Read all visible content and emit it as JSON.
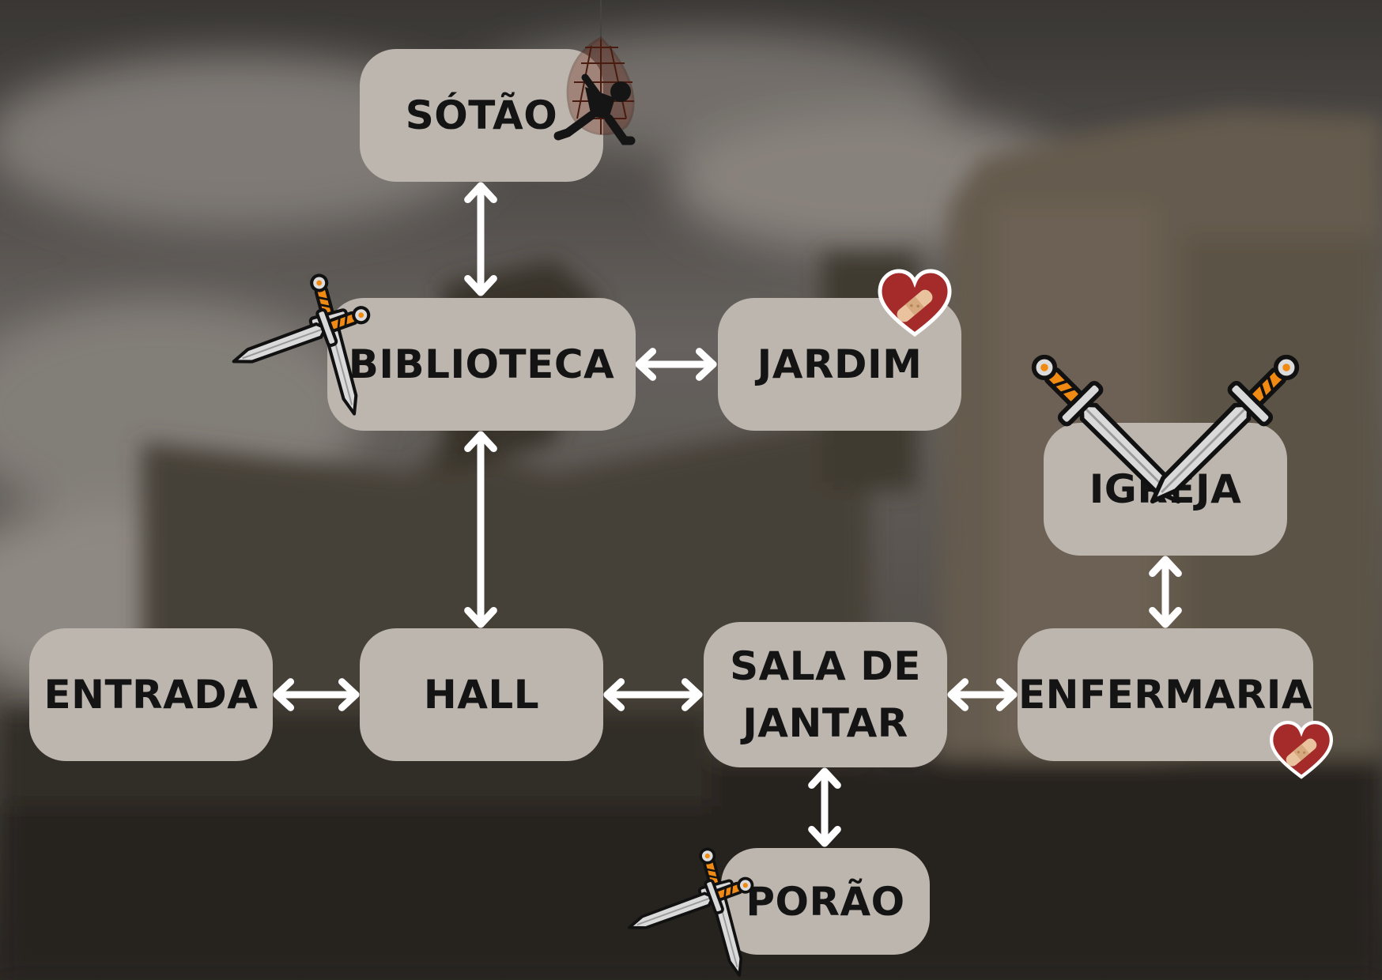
{
  "colors": {
    "room_fill": "#bdb6af",
    "room_text": "#141414",
    "arrow": "#ffffff",
    "heart": "#a52a2a",
    "bandage": "#e8c39e",
    "blade": "#d9d9d9",
    "hilt": "#f08a12"
  },
  "rooms": {
    "sotao": "SÓTÃO",
    "biblioteca": "BIBLIOTECA",
    "jardim": "JARDIM",
    "igreja": "IGREJA",
    "entrada": "ENTRADA",
    "hall": "HALL",
    "sala_de_jantar": "SALA DE\nJANTAR",
    "enfermaria": "ENFERMARIA",
    "porao": "PORÃO"
  },
  "connections": [
    [
      "sotao",
      "biblioteca"
    ],
    [
      "biblioteca",
      "jardim"
    ],
    [
      "biblioteca",
      "hall"
    ],
    [
      "entrada",
      "hall"
    ],
    [
      "hall",
      "sala_de_jantar"
    ],
    [
      "sala_de_jantar",
      "enfermaria"
    ],
    [
      "igreja",
      "enfermaria"
    ],
    [
      "sala_de_jantar",
      "porao"
    ]
  ],
  "icons": {
    "sotao": "trapped-in-net-icon",
    "biblioteca": "crossed-swords-icon",
    "jardim": "bandaged-heart-icon",
    "igreja": "crossed-swords-icon",
    "enfermaria": "bandaged-heart-icon",
    "porao": "crossed-swords-icon"
  }
}
